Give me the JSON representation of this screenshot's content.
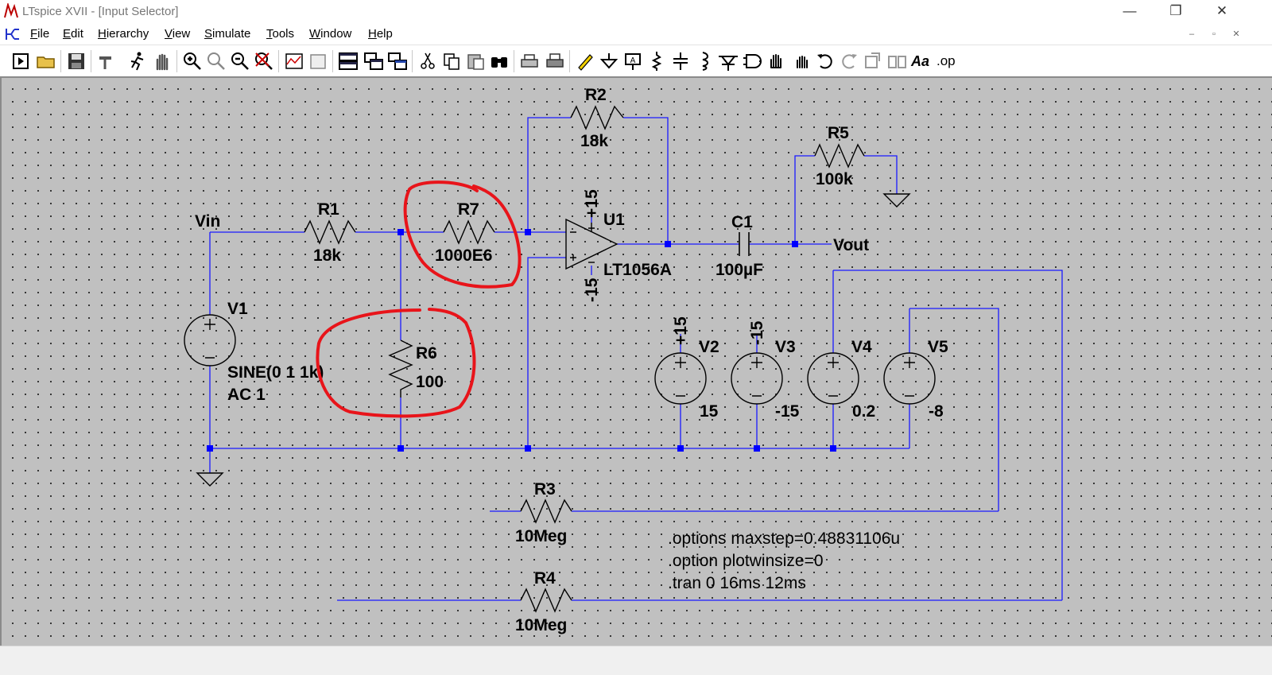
{
  "window": {
    "title": "LTspice XVII - [Input Selector]",
    "controls": {
      "minimize": "—",
      "restore": "❐",
      "close": "✕"
    },
    "mdi_controls": {
      "minimize": "–",
      "restore": "▫",
      "close": "✕"
    }
  },
  "menu": {
    "items": [
      "File",
      "Edit",
      "Hierarchy",
      "View",
      "Simulate",
      "Tools",
      "Window",
      "Help"
    ]
  },
  "toolbar": {
    "buttons": [
      "run",
      "open",
      "save",
      "control-panel",
      "run-sim",
      "pan",
      "zoom-in",
      "zoom-fit",
      "zoom-out",
      "zoom-cancel",
      "plot",
      "plot-settings",
      "tile-horizontal",
      "tile-vertical",
      "cascade",
      "cut",
      "copy",
      "paste",
      "find",
      "print-setup",
      "print",
      "draw-wire",
      "ground",
      "label-net",
      "resistor",
      "capacitor",
      "inductor",
      "diode",
      "component",
      "move",
      "drag",
      "undo",
      "redo",
      "rotate",
      "mirror",
      "text",
      "spice-directive"
    ],
    "spice_directive_label": ".op",
    "text_label": "Aa"
  },
  "schematic": {
    "labels": {
      "vin": "Vin",
      "vout": "Vout"
    },
    "components": {
      "R1": {
        "name": "R1",
        "value": "18k"
      },
      "R2": {
        "name": "R2",
        "value": "18k"
      },
      "R3": {
        "name": "R3",
        "value": "10Meg"
      },
      "R4": {
        "name": "R4",
        "value": "10Meg"
      },
      "R5": {
        "name": "R5",
        "value": "100k"
      },
      "R6": {
        "name": "R6",
        "value": "100"
      },
      "R7": {
        "name": "R7",
        "value": "1000E6"
      },
      "C1": {
        "name": "C1",
        "value": "100µF"
      },
      "U1": {
        "name": "U1",
        "value": "LT1056A",
        "vplus": "+15",
        "vminus": "-15"
      },
      "V1": {
        "name": "V1",
        "value_line1": "SINE(0 1 1k)",
        "value_line2": "AC 1"
      },
      "V2": {
        "name": "V2",
        "value": "15",
        "net": "+15"
      },
      "V3": {
        "name": "V3",
        "value": "-15",
        "net": "-15"
      },
      "V4": {
        "name": "V4",
        "value": "0.2"
      },
      "V5": {
        "name": "V5",
        "value": "-8"
      }
    },
    "directives": [
      ".options maxstep=0.48831106u",
      ".option plotwinsize=0",
      ".tran 0 16ms 12ms"
    ],
    "colors": {
      "wire": "#1a1aff",
      "junction": "#0000ff",
      "annotation": "#e8141a",
      "canvas": "#c0c0c0"
    }
  }
}
